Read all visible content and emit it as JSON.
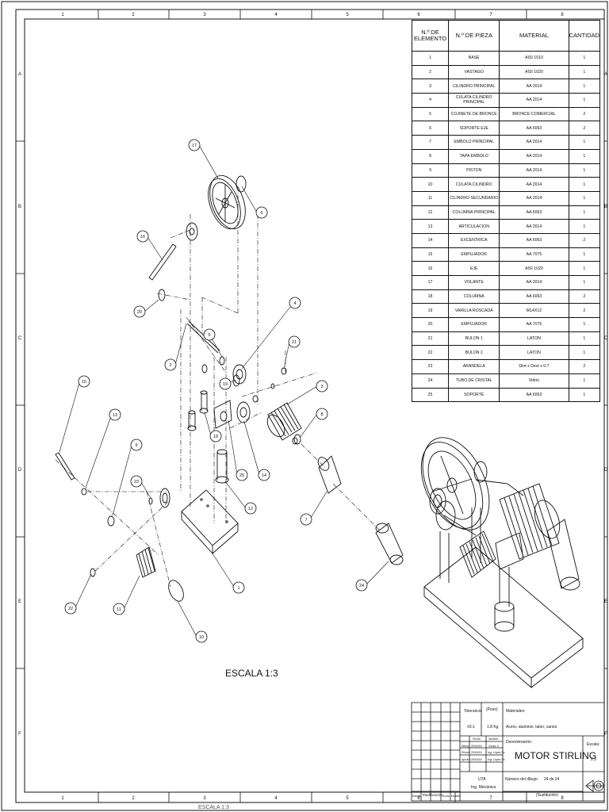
{
  "frame": {
    "columns": [
      "1",
      "2",
      "3",
      "4",
      "5",
      "6",
      "7",
      "8"
    ],
    "rows": [
      "A",
      "B",
      "C",
      "D",
      "E",
      "F"
    ]
  },
  "bom": {
    "headers": [
      "N.º DE ELEMENTO",
      "N.º DE PIEZA",
      "MATERIAL",
      "CANTIDAD"
    ],
    "rows": [
      [
        "1",
        "BASE",
        "AISI 1010",
        "1"
      ],
      [
        "2",
        "VASTAGO",
        "AISI 1020",
        "1"
      ],
      [
        "3",
        "CILINDRO PRINCIPAL",
        "AA 2014",
        "1"
      ],
      [
        "4",
        "CULATA CILINDRO PRINCIPAL",
        "AA 2014",
        "1"
      ],
      [
        "5",
        "COJINETE DE BRONCE",
        "BRONCE COMERCIAL",
        "2"
      ],
      [
        "6",
        "SOPORTE EJE",
        "AA 6063",
        "2"
      ],
      [
        "7",
        "EMBOLO PRINCIPAL",
        "AA 2014",
        "1"
      ],
      [
        "8",
        "TAPA EMBOLO",
        "AA 2014",
        "1"
      ],
      [
        "9",
        "PISTON",
        "AA 2014",
        "1"
      ],
      [
        "10",
        "CULATA CILINDRO",
        "AA 2014",
        "1"
      ],
      [
        "11",
        "CILINDRO SECUNDARIO",
        "AA 2014",
        "1"
      ],
      [
        "12",
        "COLUMNA PRINCIPAL",
        "AA 6063",
        "1"
      ],
      [
        "13",
        "ARTICULACION",
        "AA 2014",
        "1"
      ],
      [
        "14",
        "EXCENTRICA",
        "AA 6063",
        "2"
      ],
      [
        "15",
        "EMPUJADOR",
        "AA 7075",
        "1"
      ],
      [
        "16",
        "EJE",
        "AISI 1020",
        "1"
      ],
      [
        "17",
        "VOLANTE",
        "AA 2014",
        "1"
      ],
      [
        "18",
        "COLUMNA",
        "AA 6063",
        "2"
      ],
      [
        "19",
        "VARILLA ROSCADA",
        "M14X12",
        "2"
      ],
      [
        "20",
        "EMPUJADOR",
        "AA 7075",
        "1"
      ],
      [
        "21",
        "BULON 1",
        "LATON",
        "1"
      ],
      [
        "22",
        "BULON 2",
        "LATON",
        "1"
      ],
      [
        "23",
        "ARANDELA",
        "Dint x Dext x 0.7",
        "2"
      ],
      [
        "24",
        "TUBO DE CRISTAL",
        "Vidrio",
        "1"
      ],
      [
        "25",
        "SOPORTE",
        "AA 6063",
        "1"
      ]
    ]
  },
  "balloons": [
    "17",
    "6",
    "16",
    "20",
    "4",
    "5",
    "2",
    "21",
    "19",
    "3",
    "8",
    "15",
    "13",
    "9",
    "23",
    "18",
    "25",
    "14",
    "12",
    "7",
    "11",
    "1",
    "22",
    "10",
    "24"
  ],
  "scale_label": "ESCALA 1:3",
  "bottom_scale_label": "ESCALA 1:3",
  "title_block": {
    "tolerancia_label": "Tolerancia",
    "peso_label": "(Peso)",
    "tolerancia": "±0.1",
    "peso": "1.8 Kg",
    "materiales_label": "Materiales:",
    "materiales": "Acero, aluminio, laton, varios",
    "fecha_label": "Fecha",
    "nombre_label": "Nombre",
    "dibujo_label": "Dibujó",
    "reviso_label": "Revisó",
    "aprobo_label": "Aprobó",
    "fecha_1": "20/04/16",
    "fecha_2": "20/04/16",
    "fecha_3": "20/04/16",
    "nombre_1": "Grupo 3",
    "nombre_2": "Ing. López Sz.",
    "nombre_3": "Ing. López Sz.",
    "denominacion_label": "Denominación:",
    "title": "MOTOR STIRLING",
    "escala_label": "Escala:",
    "escala": "2:3",
    "university": "UTA",
    "department": "Ing. Mecánica",
    "numero_label": "Número del dibujo:",
    "numero": "24 de 24",
    "sustitucion": "(Sustitución)",
    "edicion_label": "Edición",
    "modificacion_label": "Modificación",
    "fecha_mod_label": "Fecha",
    "nombre_mod_label": "Nombre"
  }
}
